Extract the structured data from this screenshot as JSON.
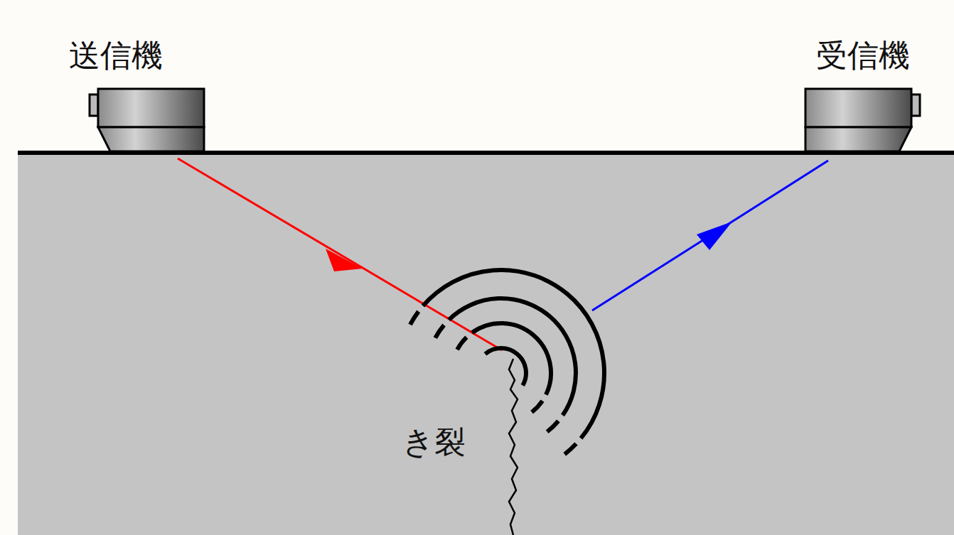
{
  "diagram": {
    "labels": [
      "送信機",
      "受信機",
      "き裂"
    ]
  }
}
